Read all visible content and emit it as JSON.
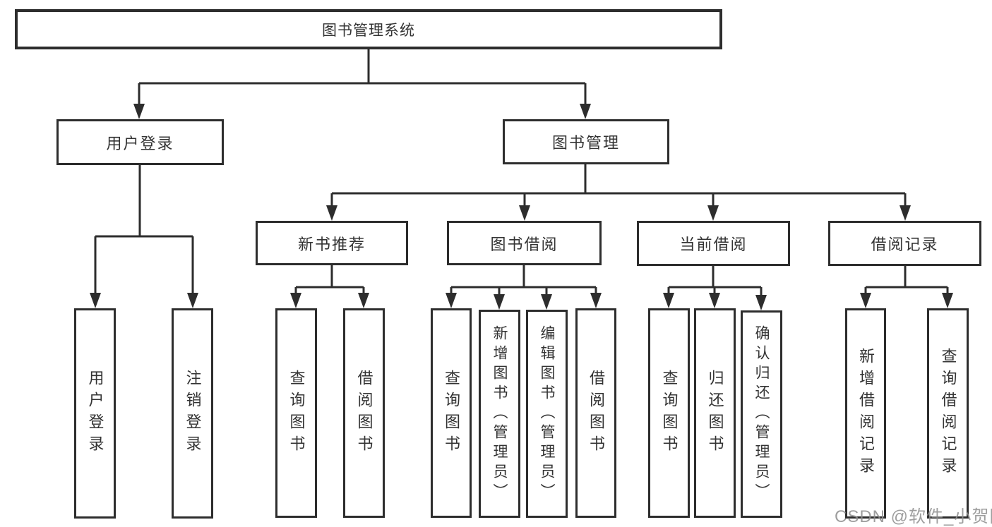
{
  "diagram_title": "图书管理系统",
  "watermark": "CSDN @软件_小贺同学",
  "colors": {
    "line": "#2d2d2d",
    "node_border": "#2d2d2d",
    "text": "#333333",
    "background": "#ffffff",
    "watermark": "#8e8e8e"
  },
  "tree": {
    "label": "图书管理系统",
    "children": [
      {
        "label": "用户登录",
        "children": [
          {
            "label": "用户登录"
          },
          {
            "label": "注销登录"
          }
        ]
      },
      {
        "label": "图书管理",
        "children": [
          {
            "label": "新书推荐",
            "children": [
              {
                "label": "查询图书"
              },
              {
                "label": "借阅图书"
              }
            ]
          },
          {
            "label": "图书借阅",
            "children": [
              {
                "label": "查询图书"
              },
              {
                "label": "新增图书（管理员）"
              },
              {
                "label": "编辑图书（管理员）"
              },
              {
                "label": "借阅图书"
              }
            ]
          },
          {
            "label": "当前借阅",
            "children": [
              {
                "label": "查询图书"
              },
              {
                "label": "归还图书"
              },
              {
                "label": "确认归还（管理员）"
              }
            ]
          },
          {
            "label": "借阅记录",
            "children": [
              {
                "label": "新增借阅记录"
              },
              {
                "label": "查询借阅记录"
              }
            ]
          }
        ]
      }
    ]
  }
}
